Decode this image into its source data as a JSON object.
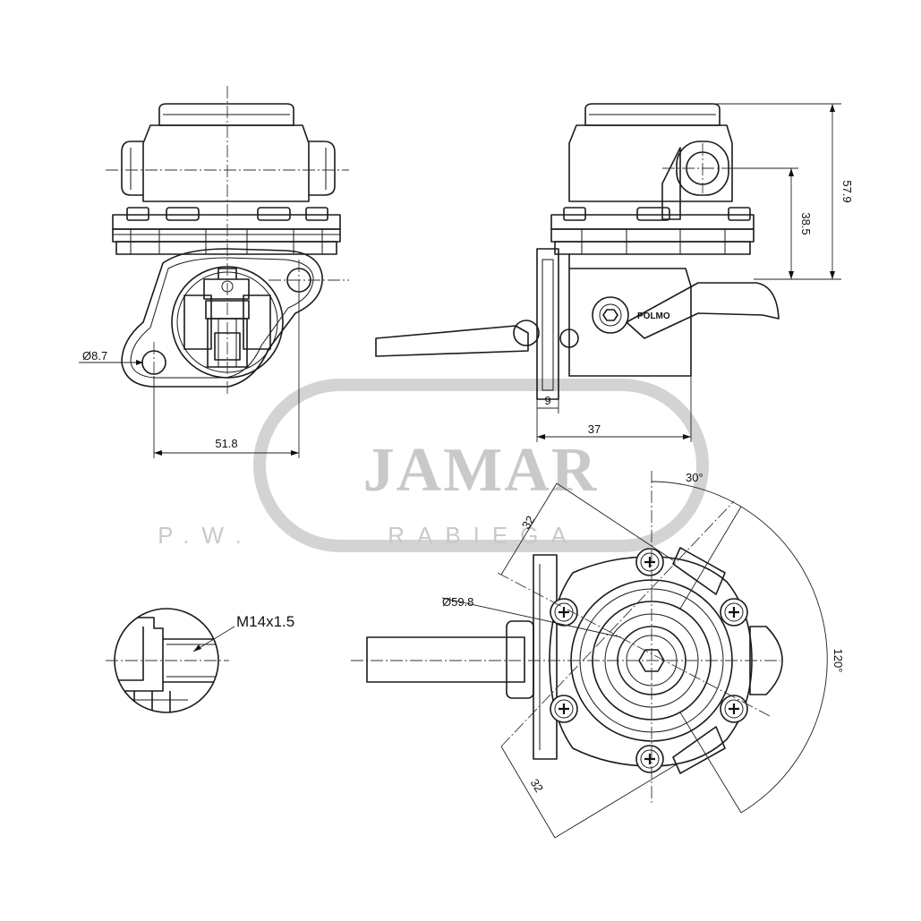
{
  "watermark": {
    "brand": "JAMAR",
    "left": "P.W.",
    "right": "RABIEGA"
  },
  "dimensions": {
    "hole_diameter": "Ø8.7",
    "flange_width": "51.8",
    "total_height": "57.9",
    "outlet_height": "38.5",
    "flange_thickness": "9",
    "flange_to_lever": "37",
    "body_diameter": "Ø59.8",
    "offset_top": "32",
    "offset_bottom": "32",
    "angle_small": "30°",
    "angle_large": "120°",
    "thread": "M14x1.5"
  },
  "labels": {
    "body_mark": "POLMO"
  },
  "colors": {
    "line": "#1a1a1a",
    "watermark": "#c9c9c9"
  }
}
